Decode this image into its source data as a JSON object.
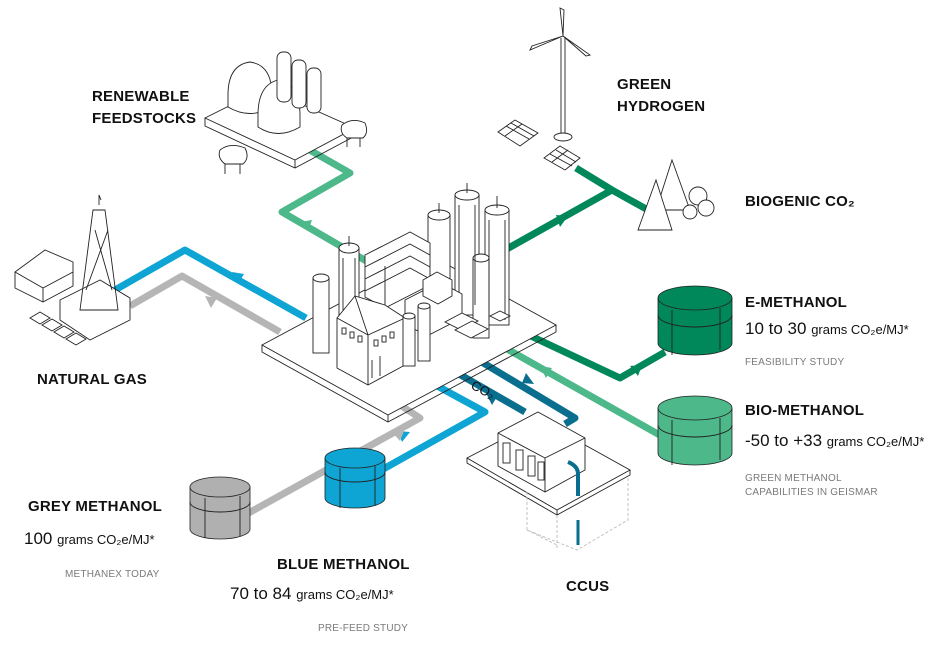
{
  "colors": {
    "light_green": "#4db88a",
    "dark_green": "#00875a",
    "blue": "#0ea5d4",
    "teal": "#0a6f8e",
    "grey": "#b5b5b5",
    "grey_tank": "#b0b0b0",
    "note_grey": "#7a7a7a"
  },
  "sources": {
    "renewable_feedstocks": {
      "line1": "RENEWABLE",
      "line2": "FEEDSTOCKS"
    },
    "green_hydrogen": {
      "line1": "GREEN",
      "line2": "HYDROGEN"
    },
    "biogenic_co2": {
      "label": "BIOGENIC CO₂"
    },
    "natural_gas": {
      "label": "NATURAL GAS"
    }
  },
  "products": {
    "e_methanol": {
      "title": "E-METHANOL",
      "range": "10 to 30",
      "unit": "grams CO₂e/MJ*",
      "note": "FEASIBILITY STUDY"
    },
    "bio_methanol": {
      "title": "BIO-METHANOL",
      "range": "-50 to +33",
      "unit": "grams CO₂e/MJ*",
      "note_line1": "GREEN METHANOL",
      "note_line2": "CAPABILITIES IN GEISMAR"
    },
    "grey_methanol": {
      "title": "GREY METHANOL",
      "range": "100",
      "unit": "grams CO₂e/MJ*",
      "note": "METHANEX TODAY"
    },
    "blue_methanol": {
      "title": "BLUE METHANOL",
      "range": "70 to 84",
      "unit": "grams CO₂e/MJ*",
      "note": "PRE-FEED STUDY"
    }
  },
  "ccus": {
    "label": "CCUS",
    "pipe_label": "CO₂"
  }
}
